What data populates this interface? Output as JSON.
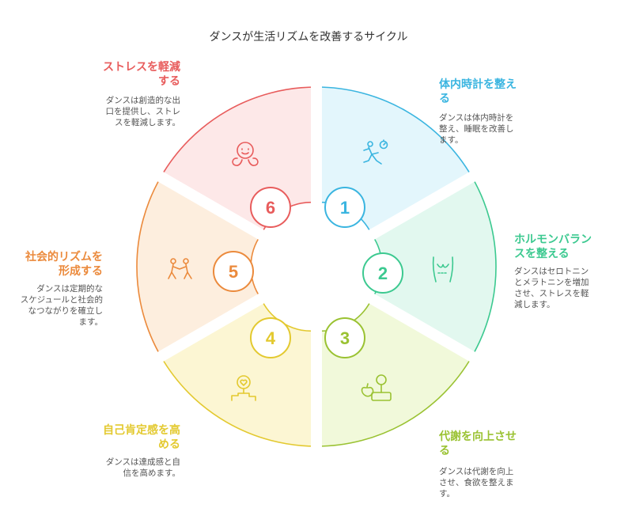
{
  "title": "ダンスが生活リズムを改善するサイクル",
  "steps": [
    {
      "number": "1",
      "title": "体内時計を整える",
      "title_lines": [
        "体内時計を整え",
        "る"
      ],
      "desc_lines": [
        "ダンスは体内時計を",
        "整え、睡眠を改善し",
        "ます。"
      ],
      "color": "#3ab5e0",
      "fill": "#e3f6fc",
      "icon": "dancer-icon"
    },
    {
      "number": "2",
      "title": "ホルモンバランスを整える",
      "title_lines": [
        "ホルモンバラン",
        "スを整える"
      ],
      "desc_lines": [
        "ダンスはセロトニン",
        "とメラトニンを増加",
        "させ、ストレスを軽",
        "減します。"
      ],
      "color": "#3cc990",
      "fill": "#e2f8ef",
      "icon": "torso-icon"
    },
    {
      "number": "3",
      "title": "代謝を向上させる",
      "title_lines": [
        "代謝を向上させ",
        "る"
      ],
      "desc_lines": [
        "ダンスは代謝を向上",
        "させ、食欲を整えま",
        "す。"
      ],
      "color": "#9ac232",
      "fill": "#f1f9da",
      "icon": "scale-icon"
    },
    {
      "number": "4",
      "title": "自己肯定感を高める",
      "title_lines": [
        "自己肯定感を高",
        "める"
      ],
      "desc_lines": [
        "ダンスは達成感と自",
        "信を高めます。"
      ],
      "color": "#e3c92f",
      "fill": "#fcf6d3",
      "icon": "podium-heart-icon"
    },
    {
      "number": "5",
      "title": "社会的リズムを形成する",
      "title_lines": [
        "社会的リズムを",
        "形成する"
      ],
      "desc_lines": [
        "ダンスは定期的な",
        "スケジュールと社会的",
        "なつながりを確立し",
        "ます。"
      ],
      "color": "#eb8a3c",
      "fill": "#fdeede",
      "icon": "dancing-couple-icon"
    },
    {
      "number": "6",
      "title": "ストレスを軽減する",
      "title_lines": [
        "ストレスを軽減",
        "する"
      ],
      "desc_lines": [
        "ダンスは創造的な出",
        "口を提供し、ストレ",
        "スを軽減します。"
      ],
      "color": "#e85c5c",
      "fill": "#fde8e8",
      "icon": "hugging-icon"
    }
  ]
}
